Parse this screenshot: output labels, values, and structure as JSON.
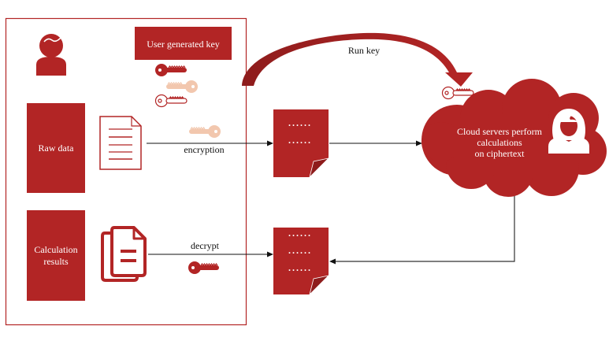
{
  "colors": {
    "primary": "#b22525",
    "dark": "#8e1c1c",
    "light_key": "#f2c7ae",
    "line": "#111111",
    "white": "#ffffff"
  },
  "user_side": {
    "user_icon": "person-icon",
    "key_box_label": "User generated key",
    "keys": [
      "key-solid-icon",
      "key-light-icon",
      "key-outline-icon"
    ],
    "raw_data_label": "Raw data",
    "raw_doc_icon": "document-icon",
    "results_label_line1": "Calculation",
    "results_label_line2": "results",
    "results_doc_icon": "documents-stack-icon"
  },
  "flow": {
    "encryption_label": "encryption",
    "decrypt_label": "decrypt",
    "run_key_label": "Run key",
    "cipher_doc_dots": "......"
  },
  "cloud": {
    "line1": "Cloud servers perform",
    "line2": "calculations",
    "line3": "on ciphertext",
    "server_icon": "woman-avatar-icon"
  }
}
